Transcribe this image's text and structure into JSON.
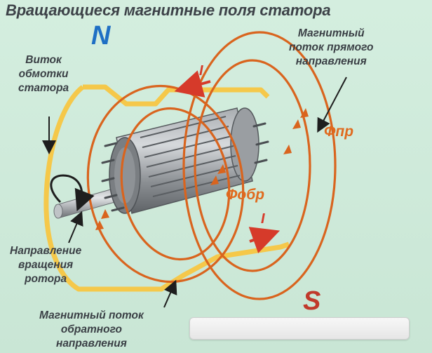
{
  "title": "Вращающиеся магнитные поля статора",
  "poles": {
    "north": "N",
    "south": "S"
  },
  "labels": {
    "stator_coil": [
      "Виток",
      "обмотки",
      "статора"
    ],
    "forward_flux": [
      "Магнитный",
      "поток прямого",
      "направления"
    ],
    "rotor_rotation": [
      "Направление",
      "вращения",
      "ротора"
    ],
    "reverse_flux": [
      "Магнитный поток",
      "обратного",
      "направления"
    ]
  },
  "symbols": {
    "forward_flux": "Фпр",
    "reverse_flux": "Фобр",
    "current_top": "I",
    "current_bottom": "I"
  },
  "colors": {
    "background": "#cfeadb",
    "coil": "#f5c84a",
    "flux_lines": "#d9641e",
    "north": "#1f6fc4",
    "south": "#c0392b",
    "current_arrow": "#d63a2a",
    "text": "#3a3f45"
  },
  "icons": {
    "rotation": "curved-arrow-icon"
  }
}
